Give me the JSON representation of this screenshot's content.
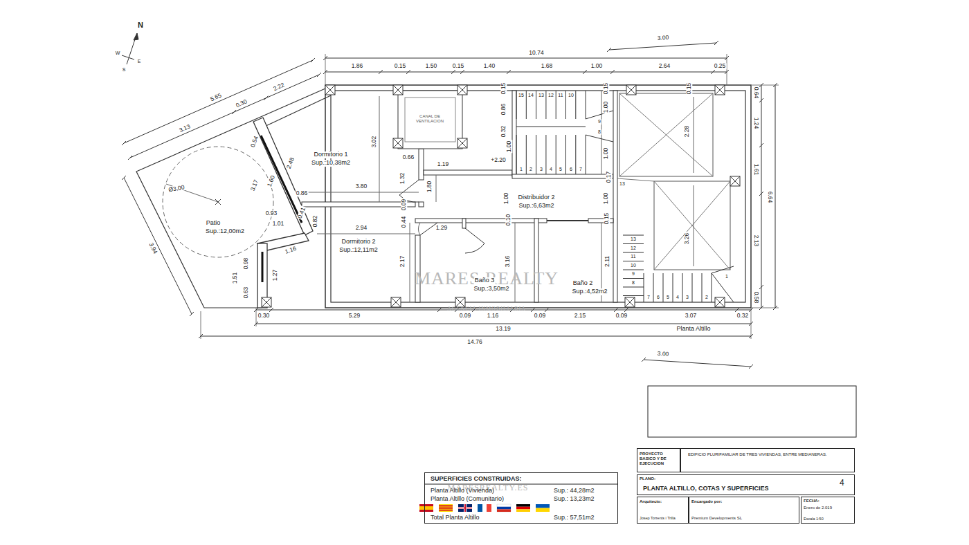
{
  "diagram": {
    "nodes": [
      {
        "text": [
          "SUPERFICIES CONSTRUIDAS:",
          "Planta Altillo (Vivienda)",
          "Sup.: 44,28m2",
          "Planta Altillo (Comunitario)",
          "Sup.: 13,23m2",
          "Total Planta Altillo",
          "Sup.: 57,51m2"
        ]
      },
      {
        "text": [
          "PROYECTO BASICO Y DE EJECUCION"
        ]
      },
      {
        "text": [
          "EDIFICIO PLURIFAMILIAR DE TRES VIVIENDAS, ENTRE MEDIANERAS."
        ]
      },
      {
        "text": [
          "PLANO:",
          "PLANTA ALTILLO, COTAS Y SUPERFICIES",
          "4"
        ]
      },
      {
        "text": [
          "Arquitecto:",
          "Josep Torrents i Trilla"
        ]
      },
      {
        "text": [
          "Encargado por:",
          "Premium Developments SL"
        ]
      },
      {
        "text": [
          "FECHA:",
          "Enero de 2.019",
          "Escala 1:50"
        ]
      }
    ],
    "labels": [
      "N",
      "W",
      "E",
      "S",
      "10.74",
      "3.00",
      "1.86",
      "0.15",
      "1.50",
      "0.15",
      "1.40",
      "1.68",
      "1.00",
      "2.64",
      "0.25",
      "5.65",
      "2.22",
      "0.30",
      "3.13",
      "Dormitorio 1",
      "Sup.:10,38m2",
      "3.02",
      "0.66",
      "1.19",
      "+2.20",
      "1.32",
      "1.80",
      "3.80",
      "Distribuidor 2",
      "Sup.:6,63m2",
      "1.00",
      "1.00",
      "2.48",
      "0.54",
      "1.60",
      "3.17",
      "0.86",
      "0.93",
      "1.01",
      "0.41",
      "0.82",
      "2.94",
      "0.44",
      "0.09",
      "1.29",
      "Dormitorio 2",
      "Sup.:12,11m2",
      "2.17",
      "3.16",
      "Baño 3",
      "Sup.:3,50m2",
      "2.11",
      "Baño 2",
      "Sup.:4,52m2",
      "Patio",
      "Sup.:12,00m2",
      "Ø3,00",
      "3.94",
      "1.16",
      "0.98",
      "1.27",
      "1.51",
      "0.63",
      "0.30",
      "5.29",
      "0.09",
      "1.16",
      "0.09",
      "2.15",
      "0.09",
      "3.07",
      "0.32",
      "13.19",
      "Planta Altillo",
      "14.76",
      "3.00",
      "0.64",
      "1.24",
      "1.61",
      "2.13",
      "0.58",
      "6.64",
      "2.28",
      "3.26",
      "1.00",
      "1.00",
      "0.86",
      "0.32",
      "1.00",
      "0.15",
      "0.15",
      "0.15",
      "0.17",
      "0.10",
      "0.15",
      "13",
      "15",
      "14",
      "13",
      "12",
      "11",
      "10",
      "9",
      "8",
      "1",
      "2",
      "3",
      "4",
      "5",
      "6",
      "7",
      "13",
      "12",
      "11",
      "10",
      "9",
      "8",
      "7",
      "6",
      "5",
      "4",
      "3",
      "2",
      "1",
      "CANAL DE VENTILACION",
      "MARES REALTY",
      "AGENCIA INMOBILIARIA",
      "MARESREALTY.ES"
    ]
  }
}
